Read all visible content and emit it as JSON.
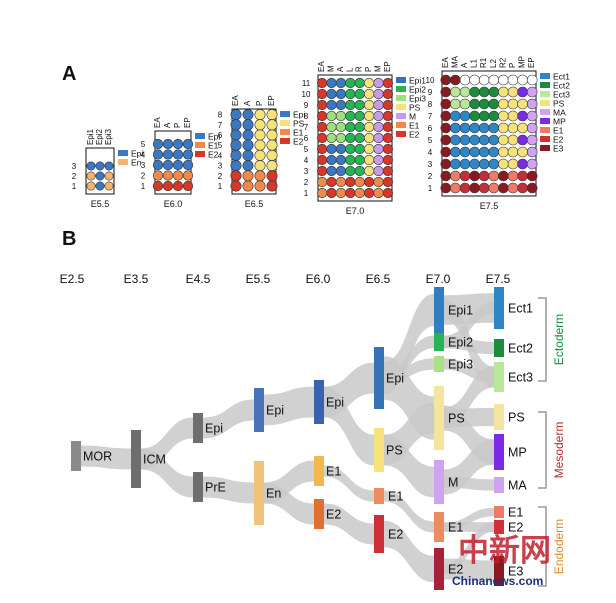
{
  "panel_a": {
    "label": "A",
    "stages": [
      {
        "id": "e55",
        "caption": "E5.5",
        "cols": [
          "Epi1",
          "Epi2",
          "Epi3"
        ],
        "rows": [
          "3",
          "2",
          "1"
        ],
        "legend": [
          {
            "text": "Epi",
            "color": "#3b78c2"
          },
          {
            "text": "En",
            "color": "#f3b46f"
          }
        ]
      },
      {
        "id": "e60",
        "caption": "E6.0",
        "cols": [
          "EA",
          "A",
          "P",
          "EP"
        ],
        "rows": [
          "5",
          "4",
          "3",
          "2",
          "1"
        ],
        "legend": [
          {
            "text": "Epi",
            "color": "#3b78c2"
          },
          {
            "text": "E1",
            "color": "#f08a4b"
          },
          {
            "text": "E2",
            "color": "#d7372b"
          }
        ]
      },
      {
        "id": "e65",
        "caption": "E6.5",
        "cols": [
          "EA",
          "A",
          "P",
          "EP"
        ],
        "rows": [
          "8",
          "7",
          "6",
          "5",
          "4",
          "3",
          "2",
          "1"
        ],
        "legend": [
          {
            "text": "Epi",
            "color": "#3b78c2"
          },
          {
            "text": "PS",
            "color": "#f5e27a"
          },
          {
            "text": "E1",
            "color": "#f08a4b"
          },
          {
            "text": "E2",
            "color": "#d7372b"
          }
        ]
      },
      {
        "id": "e70",
        "caption": "E7.0",
        "cols": [
          "EA",
          "M",
          "A",
          "L",
          "R",
          "P",
          "M",
          "EP"
        ],
        "rows": [
          "11",
          "10",
          "9",
          "8",
          "7",
          "6",
          "5",
          "4",
          "3",
          "2",
          "1"
        ],
        "legend": [
          {
            "text": "Epi1",
            "color": "#2f73b8"
          },
          {
            "text": "Epi2",
            "color": "#27b455"
          },
          {
            "text": "Epi3",
            "color": "#9ee07f"
          },
          {
            "text": "PS",
            "color": "#f5e27a"
          },
          {
            "text": "M",
            "color": "#c89be8"
          },
          {
            "text": "E1",
            "color": "#f08a4b"
          },
          {
            "text": "E2",
            "color": "#d7372b"
          }
        ]
      },
      {
        "id": "e75",
        "caption": "E7.5",
        "cols": [
          "EA",
          "MA",
          "A",
          "L1",
          "R1",
          "L2",
          "R2",
          "P",
          "MP",
          "EP"
        ],
        "rows": [
          "10",
          "9",
          "8",
          "7",
          "6",
          "5",
          "4",
          "3",
          "2",
          "1"
        ],
        "legend": [
          {
            "text": "Ect1",
            "color": "#2f86c6"
          },
          {
            "text": "Ect2",
            "color": "#1a8c3b"
          },
          {
            "text": "Ect3",
            "color": "#b9e89a"
          },
          {
            "text": "PS",
            "color": "#f5e27a"
          },
          {
            "text": "MA",
            "color": "#cfa3ef"
          },
          {
            "text": "MP",
            "color": "#7a2be3"
          },
          {
            "text": "E1",
            "color": "#f07a6a"
          },
          {
            "text": "E2",
            "color": "#d0303a"
          },
          {
            "text": "E3",
            "color": "#8a1a22"
          }
        ]
      }
    ]
  },
  "panel_b": {
    "label": "B",
    "stages": [
      "E2.5",
      "E3.5",
      "E4.5",
      "E5.5",
      "E6.0",
      "E6.5",
      "E7.0",
      "E7.5"
    ],
    "nodes": {
      "mor": "MOR",
      "icm": "ICM",
      "epi45": "Epi",
      "pre": "PrE",
      "epi55": "Epi",
      "en55": "En",
      "epi60": "Epi",
      "e1_60": "E1",
      "e2_60": "E2",
      "epi65": "Epi",
      "ps65": "PS",
      "e1_65": "E1",
      "e2_65": "E2",
      "epi1_70": "Epi1",
      "epi2_70": "Epi2",
      "epi3_70": "Epi3",
      "ps70": "PS",
      "m70": "M",
      "e1_70": "E1",
      "e2_70": "E2",
      "ect1": "Ect1",
      "ect2": "Ect2",
      "ect3": "Ect3",
      "ps75": "PS",
      "mp": "MP",
      "ma": "MA",
      "e1_75": "E1",
      "e2_75": "E2",
      "e3_75": "E3"
    },
    "germ_layers": {
      "ectoderm": "Ectoderm",
      "mesoderm": "Mesoderm",
      "endoderm": "Endoderm"
    },
    "germ_colors": {
      "ectoderm": "#1a8c3b",
      "mesoderm": "#b0322e",
      "endoderm": "#e08a2e"
    }
  },
  "watermark": {
    "main": "中新网",
    "sub": "Chinanews.com"
  }
}
